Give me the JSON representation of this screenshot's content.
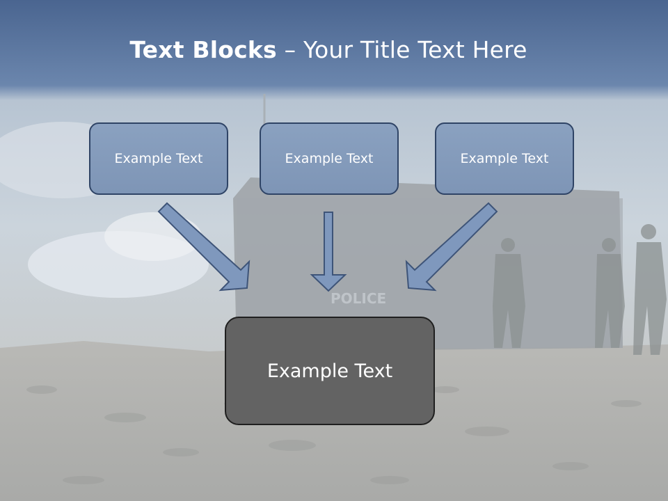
{
  "slide": {
    "title_bold": "Text Blocks",
    "title_separator": " – ",
    "title_rest": "Your Title Text Here"
  },
  "diagram": {
    "top_boxes": [
      {
        "label": "Example Text"
      },
      {
        "label": "Example Text"
      },
      {
        "label": "Example Text"
      }
    ],
    "bottom_box": {
      "label": "Example Text"
    }
  },
  "background": {
    "scene_text": "POLICE"
  },
  "colors": {
    "header_band": "#5f7aa0",
    "top_box_fill": "#8aa1c0",
    "top_box_border": "#2f4466",
    "bottom_box_fill": "#636363",
    "bottom_box_border": "#1f1f1f",
    "arrow_fill": "#7f98bd",
    "arrow_stroke": "#3e5478"
  }
}
